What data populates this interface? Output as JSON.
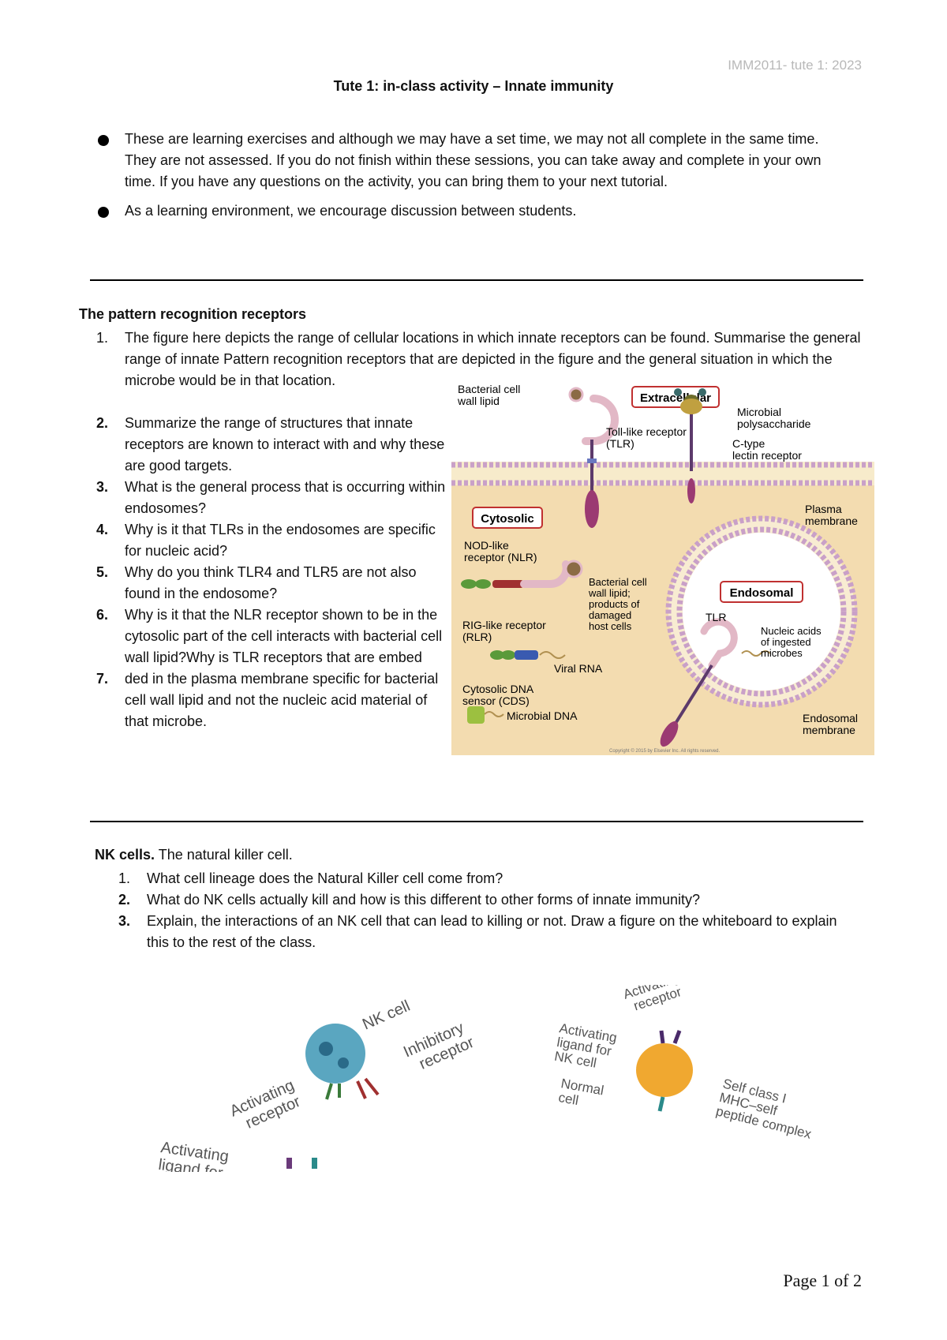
{
  "header": {
    "course_ref": "IMM2011- tute 1: 2023"
  },
  "title": "Tute 1: in-class activity – Innate immunity",
  "intro_bullets": [
    "These are learning exercises and although we may have a set time, we may not all complete in the same time. They are not assessed. If you do not finish within these sessions, you can take away and complete in your own time. If you have any questions on the activity, you can bring them to your next tutorial.",
    "As a learning environment, we encourage discussion between students."
  ],
  "prr": {
    "heading": "The pattern recognition receptors",
    "questions": [
      "The figure here depicts the range of cellular locations in which innate receptors can be found. Summarise the general range of innate Pattern recognition receptors that are depicted in the figure and the general situation in which the microbe would be in that location.",
      "Summarize the range of structures that innate receptors are known to interact with and why these are good targets.",
      "What is the general process that is occurring within endosomes?",
      "Why is it that TLRs in the endosomes are specific for nucleic acid?",
      "Why do you think TLR4 and TLR5 are not also found in the endosome?",
      "Why is it that the NLR receptor shown to be in the cytosolic part of the cell interacts with bacterial cell wall lipid?Why is TLR receptors that are embed",
      "ded in the plasma membrane specific for bacterial cell wall lipid and not the nucleic acid material of that microbe."
    ],
    "figure": {
      "extracellular": "Extracellular",
      "cytosolic": "Cytosolic",
      "endosomal": "Endosomal",
      "bacterial_lipid": [
        "Bacterial cell",
        "wall lipid"
      ],
      "tlr": [
        "Toll-like receptor",
        "(TLR)"
      ],
      "microbial_poly": [
        "Microbial",
        "polysaccharide"
      ],
      "ctype": [
        "C-type",
        "lectin receptor"
      ],
      "plasma": [
        "Plasma",
        "membrane"
      ],
      "nlr": [
        "NOD-like",
        "receptor (NLR)"
      ],
      "bact_products": [
        "Bacterial cell",
        "wall lipid;",
        "products of",
        "damaged",
        "host cells"
      ],
      "rlr": [
        "RIG-like receptor",
        "(RLR)"
      ],
      "viral": "Viral RNA",
      "cds": [
        "Cytosolic DNA",
        "sensor (CDS)"
      ],
      "microbial_dna": "Microbial DNA",
      "tlr_endo": "TLR",
      "nucleic": [
        "Nucleic acids",
        "of ingested",
        "microbes"
      ],
      "endo_membrane": [
        "Endosomal",
        "membrane"
      ],
      "copyright": "Copyright © 2015 by Elsevier Inc. All rights reserved."
    }
  },
  "nk": {
    "heading_bold": "NK cells.",
    "heading_rest": " The natural killer cell.",
    "questions": [
      "What cell lineage does the Natural Killer cell come from?",
      "What do NK cells actually kill and how is this different to other forms of innate immunity?",
      "Explain, the interactions of an NK cell that can lead to killing or not. Draw a figure on the whiteboard to explain this to the rest of the class."
    ],
    "figure_left": {
      "nk_cell": "NK cell",
      "inhibitory": [
        "Inhibitory",
        "receptor"
      ],
      "activating": [
        "Activating",
        "receptor"
      ],
      "ligand": [
        "Activating",
        "ligand for"
      ]
    },
    "figure_right": {
      "active_receptor": [
        "Activating",
        "receptor"
      ],
      "activating_ligand": [
        "Activating",
        "ligand for",
        "NK cell"
      ],
      "normal": [
        "Normal",
        "cell"
      ],
      "self_class": [
        "Self class I",
        "MHC–self",
        "peptide complex"
      ]
    }
  },
  "footer": {
    "page": "Page 1 of 2"
  }
}
